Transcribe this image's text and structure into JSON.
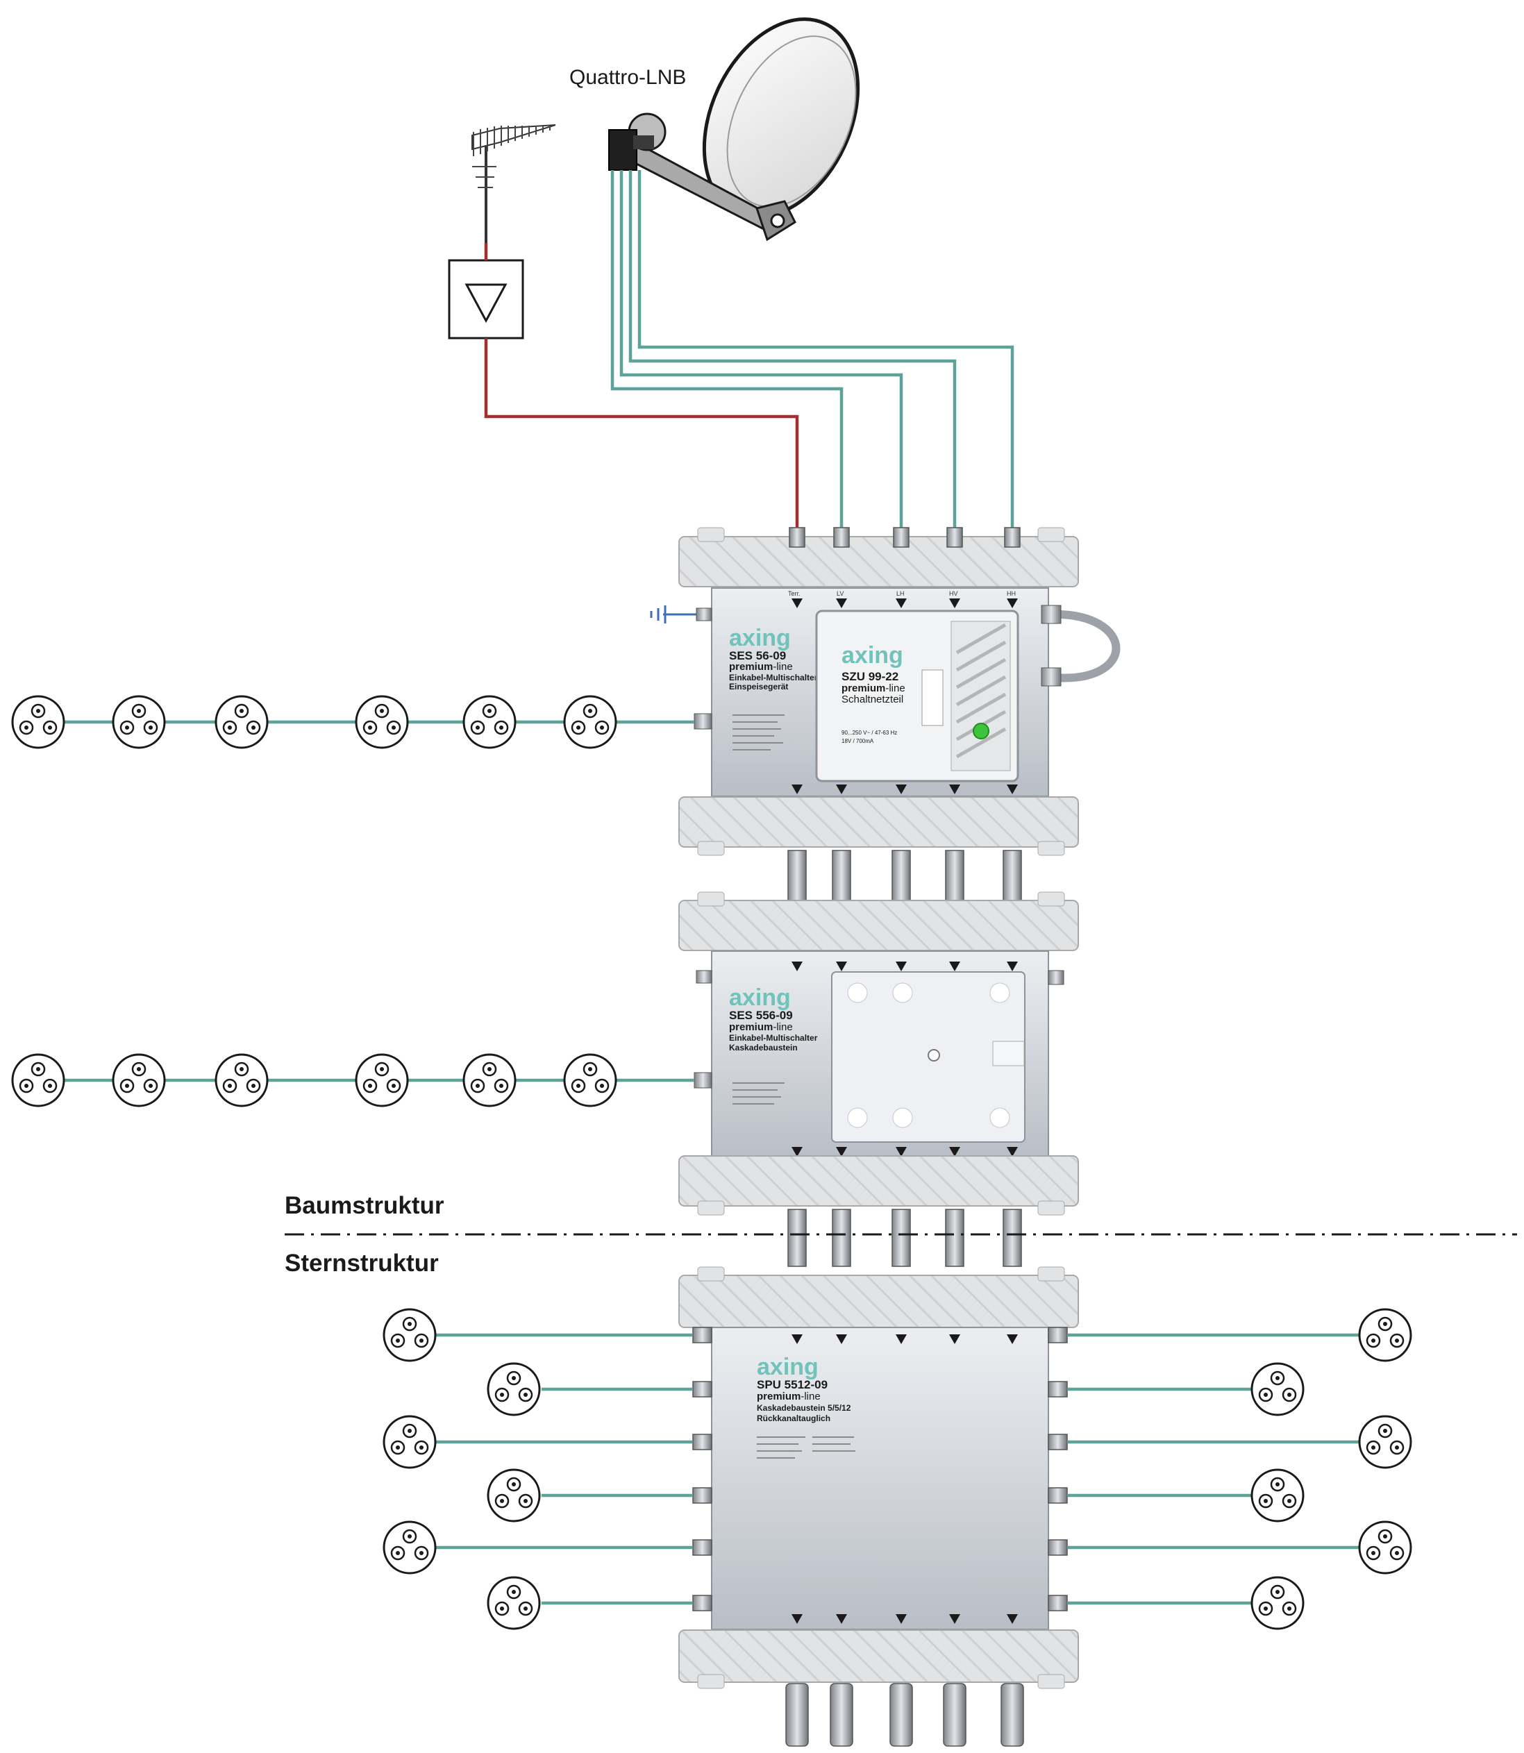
{
  "lnb": {
    "label": "Quattro-LNB"
  },
  "sections": {
    "tree": "Baumstruktur",
    "star": "Sternstruktur"
  },
  "port_labels": [
    "Terr.",
    "LV",
    "LH",
    "HV",
    "HH"
  ],
  "devices": {
    "ses56": {
      "brand": "axing",
      "model": "SES 56-09",
      "line_bold": "premium",
      "line_rest": "-line",
      "type": "Einkabel-Multischalter",
      "role": "Einspeisegerät"
    },
    "szu": {
      "brand": "axing",
      "model": "SZU 99-22",
      "line_bold": "premium",
      "line_rest": "-line",
      "type": "Schaltnetzteil",
      "spec1": "90...250 V~ / 47-63 Hz",
      "spec2": "18V / 700mA"
    },
    "ses556": {
      "brand": "axing",
      "model": "SES 556-09",
      "line_bold": "premium",
      "line_rest": "-line",
      "type": "Einkabel-Multischalter",
      "role": "Kaskadebaustein"
    },
    "spu": {
      "brand": "axing",
      "model": "SPU 5512-09",
      "line_bold": "premium",
      "line_rest": "-line",
      "type": "Kaskadebaustein 5/5/12",
      "role": "Rückkanaltauglich"
    }
  },
  "colors": {
    "coax_sat": "#5ea39a",
    "coax_terr": "#a0312e",
    "brand": "#6fc3bb",
    "device_gray": "#d9dadb",
    "ground": "#3d6fb5"
  }
}
